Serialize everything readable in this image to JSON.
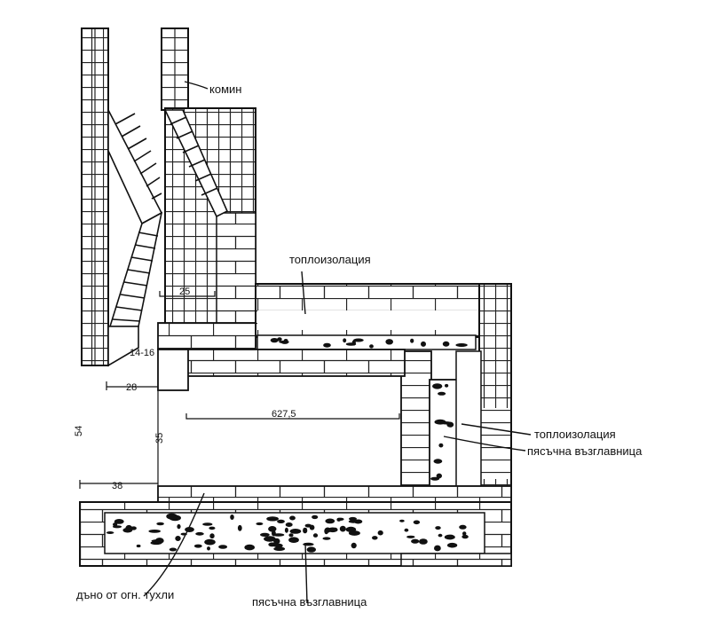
{
  "labels": {
    "chimney": "комин",
    "insulation_top": "топлоизолация",
    "insulation_right": "топлоизолация",
    "sand_right": "пясъчна възглавница",
    "sand_bottom": "пясъчна възглавница",
    "firebrick_floor": "дъно от огн. тухли"
  },
  "dimensions": {
    "flue_width": "25",
    "step_height": "14-16",
    "step_width": "28",
    "chamber_length": "627,5",
    "total_height": "54",
    "chamber_height": "35",
    "firebox_width": "38"
  }
}
